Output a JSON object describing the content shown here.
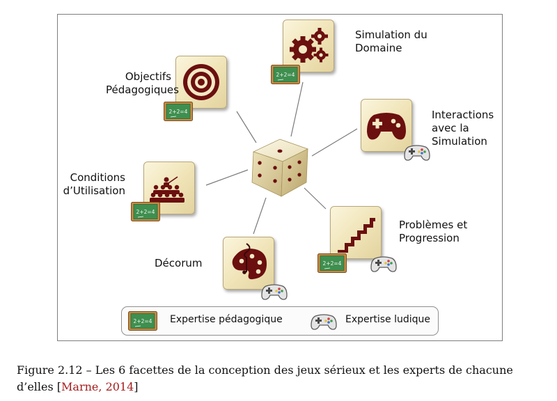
{
  "facets": {
    "objectifs": "Objectifs\nPédagogiques",
    "simulation": "Simulation du\nDomaine",
    "interactions": "Interactions\navec la\nSimulation",
    "conditions": "Conditions\nd’Utilisation",
    "problemes": "Problèmes et\nProgression",
    "decorum": "Décorum"
  },
  "legend": {
    "pedagogique": "Expertise pédagogique",
    "ludique": "Expertise ludique"
  },
  "chalkboard_text": "2+2=4",
  "caption": {
    "text": "Figure 2.12 – Les 6 facettes de la conception des jeux sérieux et les experts de chacune d’elles [",
    "citation": "Marne, 2014",
    "close": "]"
  },
  "colors": {
    "icon_dark_red": "#6b0f0f",
    "tile_cream": "#f3e9c4",
    "chalkboard_green": "#3f8f4f",
    "board_frame": "#b8823a",
    "citation_red": "#a51d1d"
  },
  "icons": {
    "objectifs": "target-icon",
    "simulation": "gears-icon",
    "interactions": "gamepad-icon",
    "conditions": "audience-icon",
    "problemes": "staircase-icon",
    "decorum": "palette-icon",
    "pedagogique": "chalkboard-icon",
    "ludique": "controller-icon"
  }
}
